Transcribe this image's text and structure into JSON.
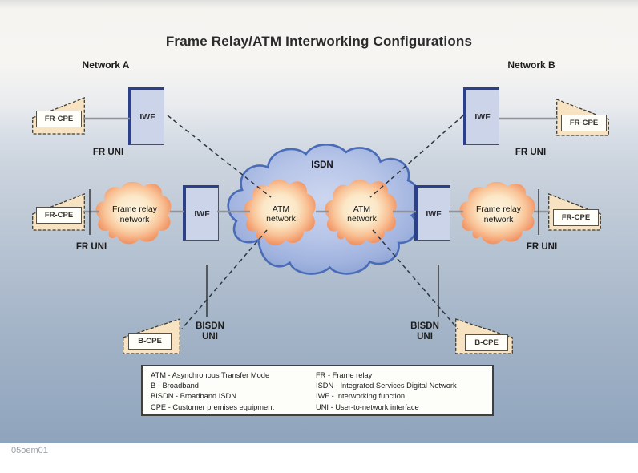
{
  "title": "Frame Relay/ATM Interworking Configurations",
  "watermark": "05oem01",
  "networks": {
    "a": "Network A",
    "b": "Network B"
  },
  "nodes": {
    "iwf": "IWF",
    "fr_cpe": "FR-CPE",
    "b_cpe": "B-CPE",
    "isdn_cloud": "ISDN",
    "frame_relay_line1": "Frame relay",
    "frame_relay_line2": "network",
    "atm_line1": "ATM",
    "atm_line2": "network"
  },
  "link_labels": {
    "fr_uni": "FR UNI",
    "bisdn_line1": "BISDN",
    "bisdn_line2": "UNI"
  },
  "legend": {
    "left": [
      "ATM - Asynchronous Transfer Mode",
      "B - Broadband",
      "BISDN - Broadband ISDN",
      "CPE - Customer premises equipment"
    ],
    "right": [
      "FR - Frame relay",
      "ISDN - Integrated Services Digital Network",
      "IWF - Interworking function",
      "UNI - User-to-network interface"
    ]
  },
  "colors": {
    "cloud_orange_edge": "#ec7c50",
    "cloud_orange_center": "#fdf3df",
    "cloud_blue_edge": "#4a6cb8",
    "cloud_blue_fill": "#b7c5e8",
    "iwf_fill": "#ccd4ea",
    "iwf_accent": "#2b4088",
    "cpe_fill": "#f7e3c1",
    "line_gray": "#8f9399",
    "line_dashed": "#2c3642"
  }
}
